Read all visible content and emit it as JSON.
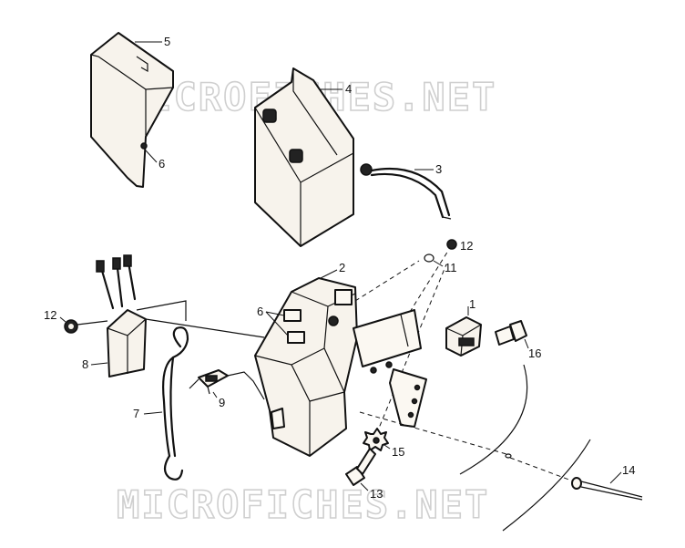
{
  "watermark": "MICROFICHES.NET",
  "callouts": {
    "c1": "1",
    "c2": "2",
    "c3": "3",
    "c4": "4",
    "c5": "5",
    "c6a": "6",
    "c6b": "6",
    "c7": "7",
    "c8": "8",
    "c9": "9",
    "c11": "11",
    "c12a": "12",
    "c12b": "12",
    "c13": "13",
    "c14": "14",
    "c15": "15",
    "c16": "16"
  }
}
